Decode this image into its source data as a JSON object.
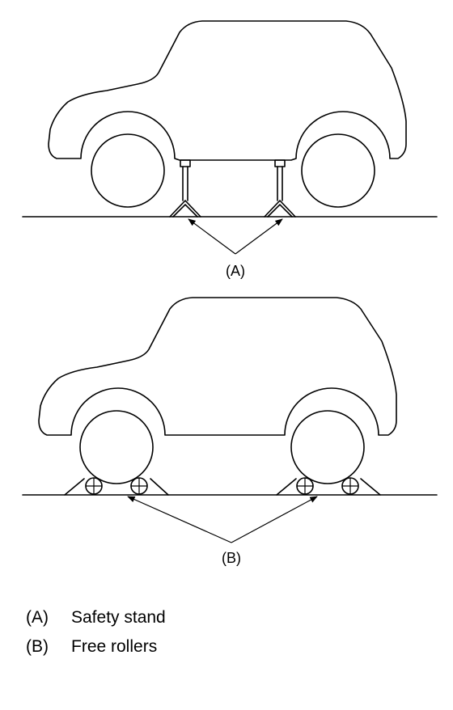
{
  "callouts": {
    "a": "(A)",
    "b": "(B)"
  },
  "legend": [
    {
      "code": "(A)",
      "text": "Safety stand"
    },
    {
      "code": "(B)",
      "text": "Free rollers"
    }
  ],
  "colors": {
    "line": "#000000",
    "background": "#ffffff"
  }
}
